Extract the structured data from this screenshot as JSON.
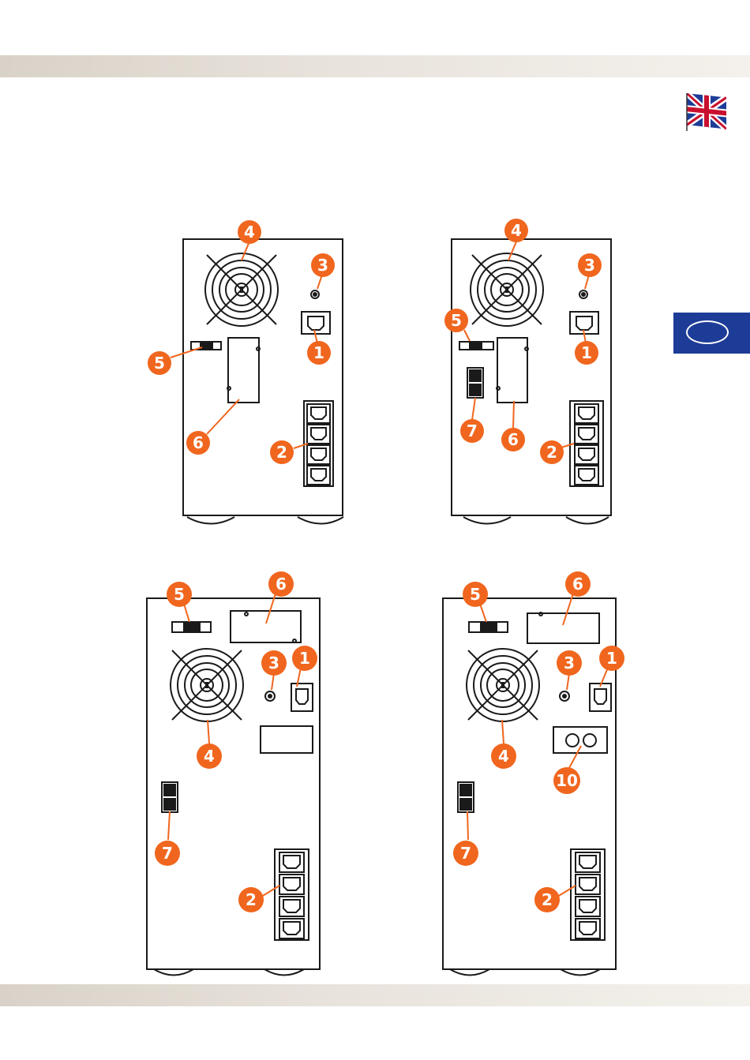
{
  "colors": {
    "callout": "#f0661e",
    "line": "#1a1a1a",
    "band": "#e6e0d8",
    "language_tab": "#1d3c97"
  },
  "icons": {
    "flag": "uk-flag-icon",
    "language_tab": "language-oval-icon"
  },
  "panels": [
    {
      "name": "ups-rear-panel-1",
      "callouts": [
        "4",
        "3",
        "5",
        "1",
        "6",
        "2"
      ]
    },
    {
      "name": "ups-rear-panel-2",
      "callouts": [
        "4",
        "3",
        "5",
        "1",
        "7",
        "6",
        "2"
      ]
    },
    {
      "name": "ups-rear-panel-3",
      "callouts": [
        "5",
        "6",
        "3",
        "1",
        "4",
        "7",
        "2"
      ]
    },
    {
      "name": "ups-rear-panel-4",
      "callouts": [
        "5",
        "6",
        "3",
        "1",
        "4",
        "10",
        "7",
        "2"
      ]
    }
  ]
}
